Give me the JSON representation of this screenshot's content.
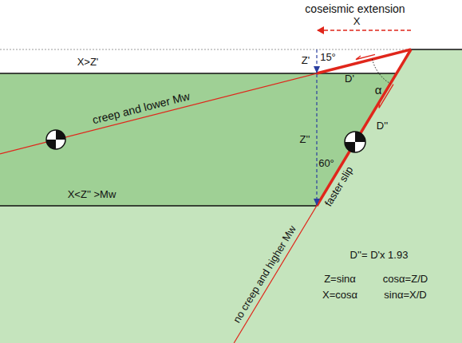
{
  "diagram": {
    "labels": [
      "coseismic extension",
      "X",
      "X>Z'",
      "Z'",
      "15°",
      "D'",
      "α",
      "creep and lower Mw",
      "Z''",
      "D''",
      "60°",
      "faster slip",
      "X<Z'' >Mw",
      "no creep and higher Mw",
      "D''= D'x 1.93",
      "Z=sinα",
      "cosα=Z/D",
      "X=cosα",
      "sinα=X/D"
    ]
  }
}
